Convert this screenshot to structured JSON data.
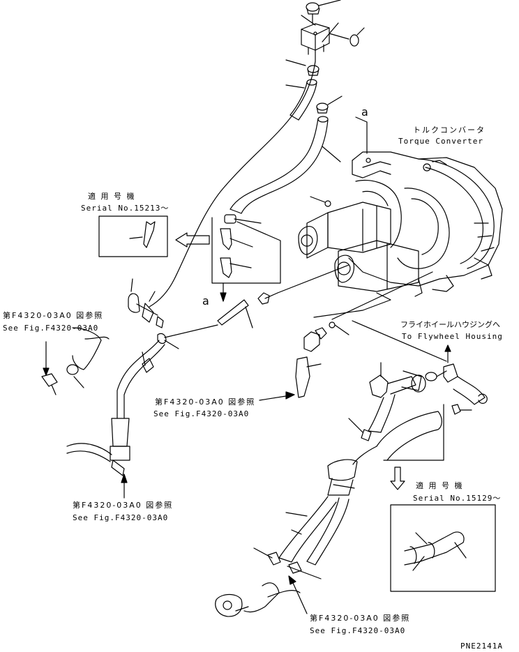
{
  "labels": {
    "a_top": "a",
    "a_left": "a",
    "torque_jp": "トルクコンバータ",
    "torque_en": "Torque Converter",
    "serial1_jp": "適 用 号 機",
    "serial1_en": "Serial No.15213～",
    "ref1_jp": "第F4320-03A0 図参照",
    "ref1_en": "See Fig.F4320-03A0",
    "ref2_jp": "第F4320-03A0 図参照",
    "ref2_en": "See Fig.F4320-03A0",
    "ref3_jp": "第F4320-03A0 図参照",
    "ref3_en": "See Fig.F4320-03A0",
    "ref4_jp": "第F4320-03A0 図参照",
    "ref4_en": "See Fig.F4320-03A0",
    "flywheel_jp": "フライホイールハウジングへ",
    "flywheel_en": "To Flywheel Housing",
    "serial2_jp": "適 用 号 機",
    "serial2_en": "Serial No.15129～",
    "drawing_no": "PNE2141A"
  }
}
